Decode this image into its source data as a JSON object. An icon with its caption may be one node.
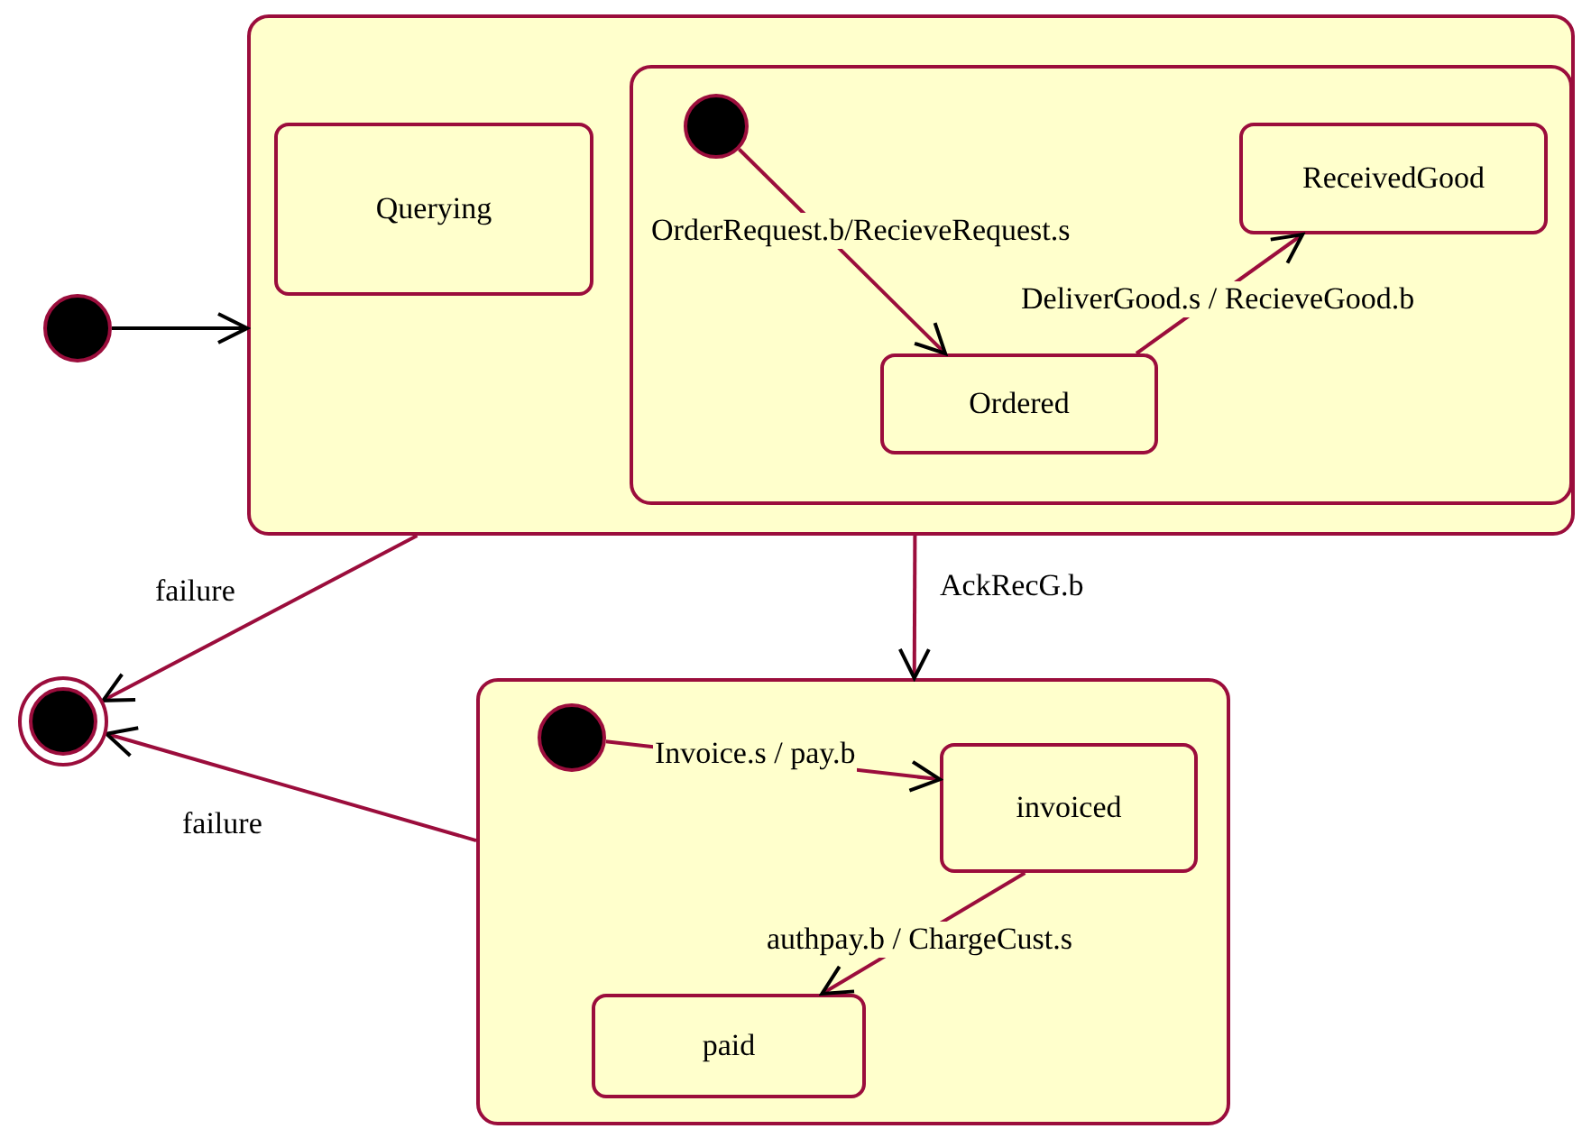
{
  "diagram": {
    "nodes": [
      {
        "text": [],
        "shape": "box"
      },
      {
        "text": [
          "Querying"
        ],
        "in": 0
      },
      {
        "text": [],
        "shape": "box",
        "in": 0
      },
      {
        "text": [],
        "shape": "circle",
        "in": 2
      },
      {
        "text": [
          "ReceivedGood"
        ],
        "in": 2
      },
      {
        "text": [
          "Ordered"
        ],
        "in": 2
      },
      {
        "text": [],
        "shape": "circle"
      },
      {
        "text": [],
        "shape": "bullseye"
      },
      {
        "text": [],
        "shape": "box"
      },
      {
        "text": [],
        "shape": "circle",
        "in": 8
      },
      {
        "text": [
          "invoiced"
        ],
        "in": 8
      },
      {
        "text": [
          "paid"
        ],
        "in": 8
      }
    ],
    "edges": [
      {
        "from": 6,
        "to": 0,
        "arrow": "to",
        "color": "#000000"
      },
      {
        "from": 3,
        "to": 5,
        "arrow": "to",
        "label": "OrderRequest.b/RecieveRequest.s"
      },
      {
        "from": 5,
        "to": 4,
        "arrow": "to",
        "label": "DeliverGood.s / RecieveGood.b"
      },
      {
        "from": 0,
        "to": 7,
        "arrow": "to",
        "label": "failure"
      },
      {
        "from": 8,
        "to": 7,
        "arrow": "to",
        "label": "failure"
      },
      {
        "from": 0,
        "to": 8,
        "arrow": "to",
        "label": "AckRecG.b"
      },
      {
        "from": 9,
        "to": 10,
        "arrow": "to",
        "label": "Invoice.s / pay.b"
      },
      {
        "from": 10,
        "to": 11,
        "arrow": "to",
        "label": "authpay.b / ChargeCust.s"
      }
    ]
  }
}
